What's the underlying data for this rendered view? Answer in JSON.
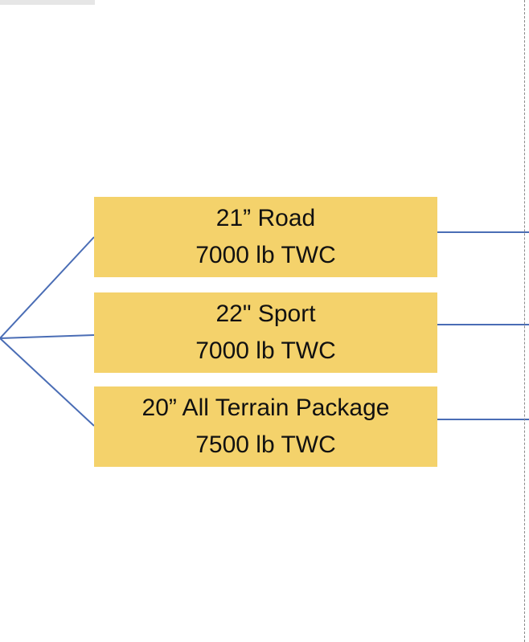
{
  "colors": {
    "box_fill": "#f4d26b",
    "connector": "#4a6db5",
    "divider": "#8a8a8a",
    "text": "#111111"
  },
  "options": [
    {
      "id": "road",
      "title": "21” Road",
      "subtitle": "7000 lb TWC"
    },
    {
      "id": "sport",
      "title": "22\" Sport",
      "subtitle": "7000 lb TWC"
    },
    {
      "id": "all-terrain",
      "title": "20” All Terrain Package",
      "subtitle": "7500 lb TWC"
    }
  ]
}
